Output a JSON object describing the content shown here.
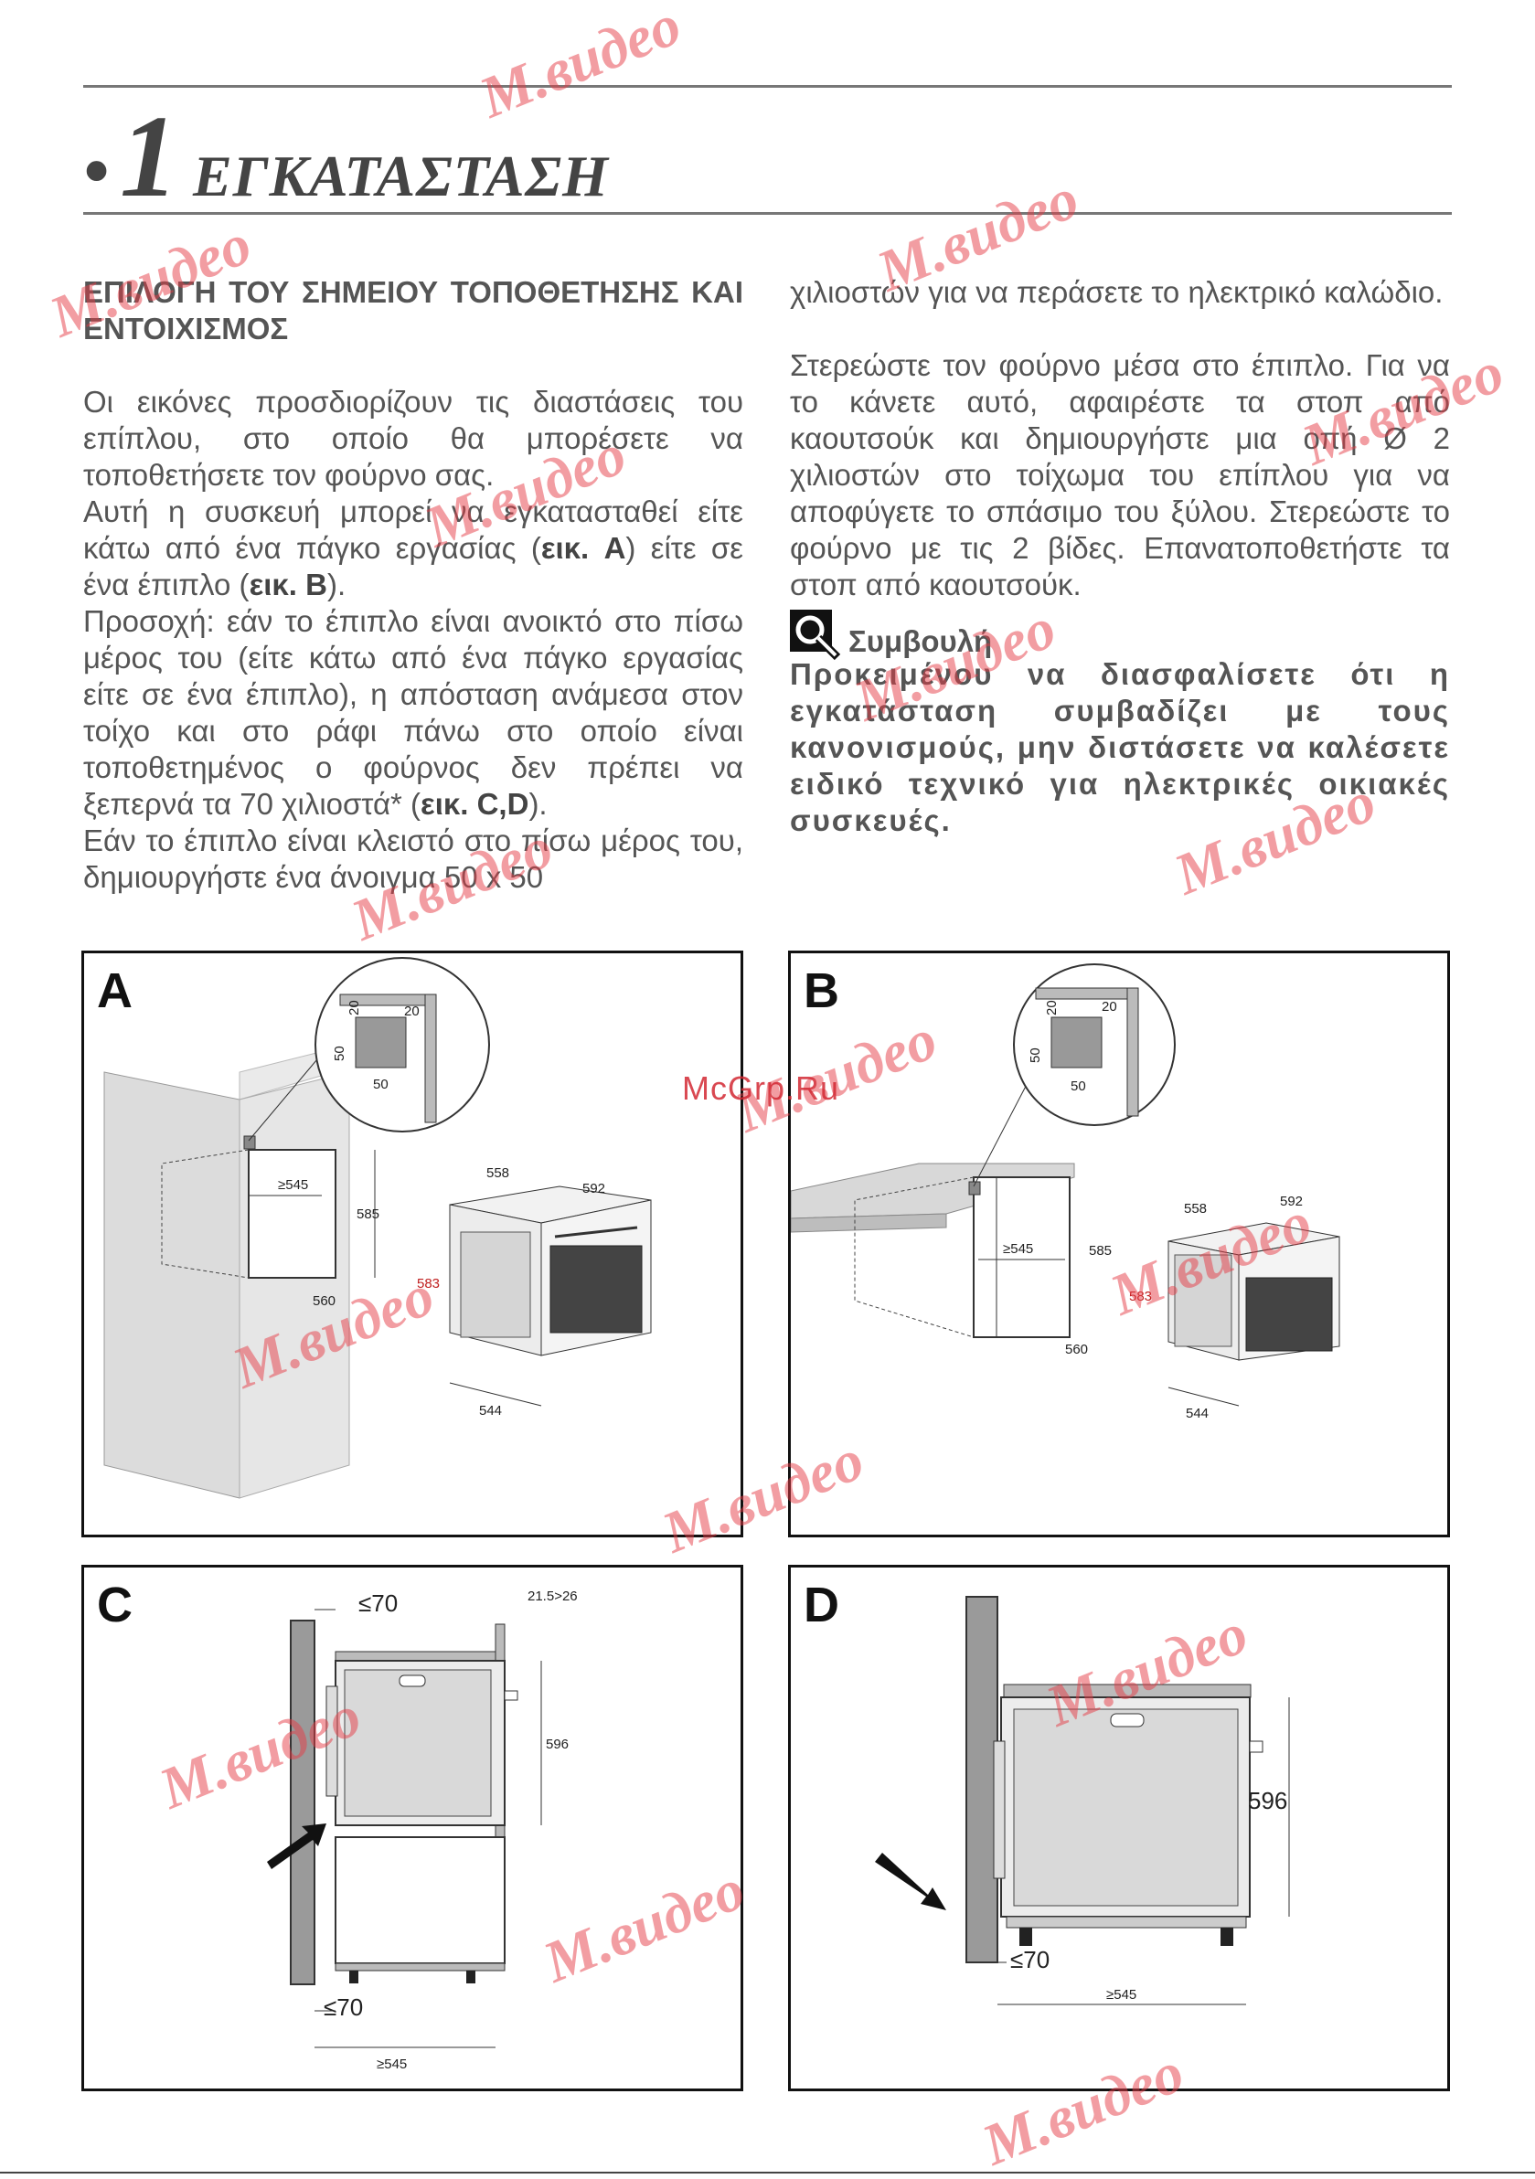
{
  "section": {
    "bullet": "•",
    "number": "1",
    "title": "ΕΓΚΑΤΑΣΤΑΣΗ"
  },
  "left_column": {
    "heading": "ΕΠΙΛΟΓΗ ΤΟΥ ΣΗΜΕΙΟΥ ΤΟΠΟΘΕΤΗΣΗΣ ΚΑΙ ΕΝΤΟΙΧΙΣΜΟΣ",
    "p1": "Οι εικόνες προσδιορίζουν τις διαστάσεις του επίπλου, στο οποίο θα μπορέσετε να τοποθετήσετε τον φούρνο σας.",
    "p2_a": "Αυτή η συσκευή μπορεί να εγκατασταθεί είτε κάτω από ένα πάγκο εργασίας (",
    "p2_b1": "εικ. A",
    "p2_c": ") είτε σε ένα έπιπλο (",
    "p2_b2": "εικ. B",
    "p2_d": ").",
    "p3_a": "Προσοχή: εάν το έπιπλο είναι ανοικτό στο πίσω μέρος του (είτε κάτω από ένα πάγκο εργασίας είτε σε ένα έπιπλο), η απόσταση ανάμεσα στον τοίχο και στο ράφι πάνω στο οποίο είναι τοποθετημένος ο φούρνος δεν πρέπει να ξεπερνά τα 70 χιλιοστά* (",
    "p3_b": "εικ. C,D",
    "p3_c": ").",
    "p4": "Εάν το έπιπλο είναι κλειστό στο πίσω μέρος του, δημιουργήστε ένα άνοιγμα 50 x 50"
  },
  "right_column": {
    "p1": "χιλιοστών για να περάσετε το ηλεκτρικό καλώδιο.",
    "p2": "Στερεώστε τον φούρνο μέσα στο έπιπλο. Για να το κάνετε αυτό, αφαιρέστε τα στοπ από καουτσούκ και δημιουργήστε μια οπή Ø 2 χιλιοστών στο τοίχωμα του επίπλου για να αποφύγετε το σπάσιμο του ξύλου. Στερεώστε το φούρνο με τις 2 βίδες. Επανατοποθετήστε τα στοπ από καουτσούκ.",
    "tip_title": "Συμβουλή",
    "tip_text": "Προκειμένου να διασφαλίσετε ότι η εγκατάσταση συμβαδίζει με τους κανονισμούς, μην διστάσετε να καλέσετε ειδικό τεχνικό για ηλεκτρικές οικιακές συσκευές."
  },
  "figures": {
    "A": {
      "letter": "A",
      "detail": {
        "d20a": "20",
        "d20b": "20",
        "d50a": "50",
        "d50b": "50"
      },
      "niche": {
        "depth": "≥545",
        "height": "585",
        "width": "560"
      },
      "oven": {
        "width": "558",
        "depth": "592",
        "height": "583",
        "base": "544"
      }
    },
    "B": {
      "letter": "B",
      "detail": {
        "d20a": "20",
        "d20b": "20",
        "d50a": "50",
        "d50b": "50"
      },
      "niche": {
        "depth": "≥545",
        "height": "585",
        "width": "560"
      },
      "oven": {
        "width": "558",
        "depth": "592",
        "height": "583",
        "base": "544"
      }
    },
    "C": {
      "letter": "C",
      "top_gap": "≤70",
      "top_range": "21.5>26",
      "height": "596",
      "bottom_gap": "≤70",
      "depth": "≥545"
    },
    "D": {
      "letter": "D",
      "height": "596",
      "gap": "≤70",
      "depth": "≥545"
    }
  },
  "watermarks": {
    "brand": "M.вuдeo",
    "url": "McGrp.Ru"
  },
  "colors": {
    "text": "#555555",
    "frame": "#111111",
    "watermark": "#e63c46",
    "rule": "#777777"
  }
}
